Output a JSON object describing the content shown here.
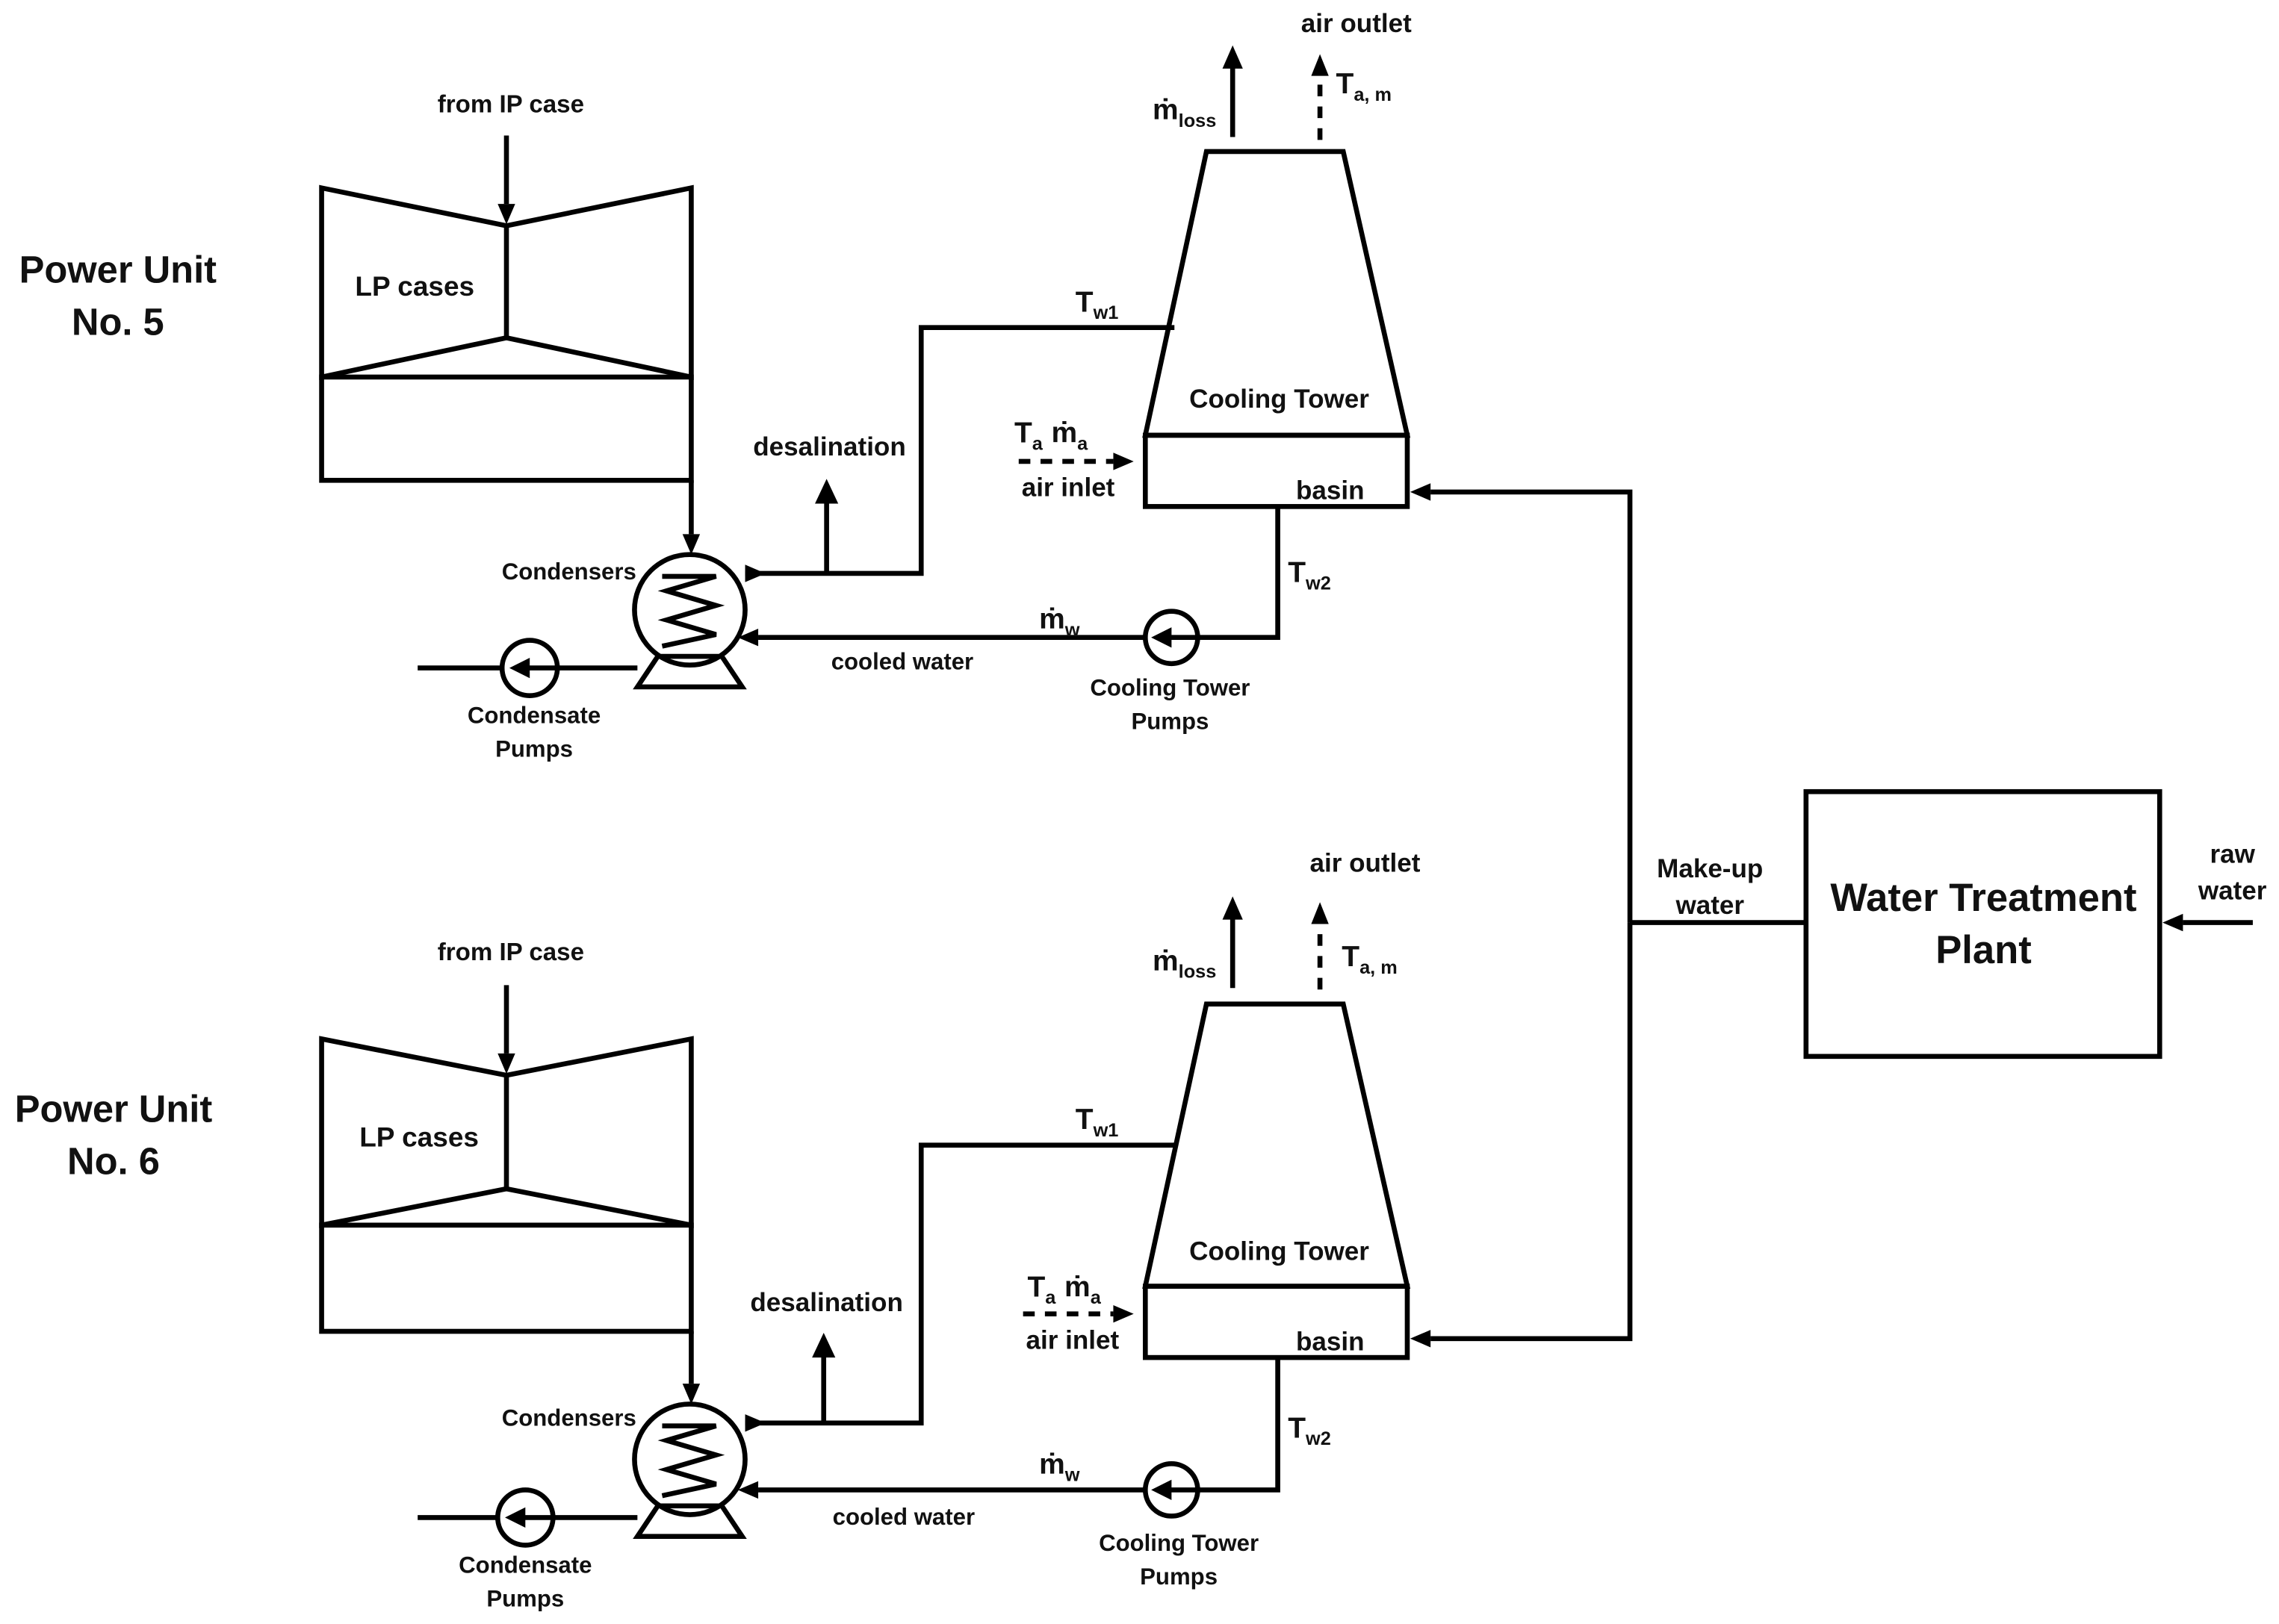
{
  "units": [
    {
      "title_line1": "Power Unit",
      "title_line2": "No. 5",
      "from_ip": "from IP case",
      "lp_cases": "LP cases",
      "condensers": "Condensers",
      "condensate_pumps_line1": "Condensate",
      "condensate_pumps_line2": "Pumps",
      "desalination": "desalination",
      "cooled_water": "cooled water",
      "ct_pumps_line1": "Cooling Tower",
      "ct_pumps_line2": "Pumps",
      "cooling_tower": "Cooling Tower",
      "basin": "basin",
      "air_inlet": "air inlet",
      "air_outlet": "air outlet",
      "Tw1": {
        "main": "T",
        "sub": "w1"
      },
      "Tw2": {
        "main": "T",
        "sub": "w2"
      },
      "mw": {
        "main": "ṁ",
        "sub": "w"
      },
      "Ta": {
        "main": "T",
        "sub": "a"
      },
      "ma": {
        "main": "ṁ",
        "sub": "a"
      },
      "mloss": {
        "main": "ṁ",
        "sub": "loss"
      },
      "Tam": {
        "main": "T",
        "sub": "a, m"
      }
    },
    {
      "title_line1": "Power Unit",
      "title_line2": "No. 6",
      "from_ip": "from IP case",
      "lp_cases": "LP cases",
      "condensers": "Condensers",
      "condensate_pumps_line1": "Condensate",
      "condensate_pumps_line2": "Pumps",
      "desalination": "desalination",
      "cooled_water": "cooled water",
      "ct_pumps_line1": "Cooling Tower",
      "ct_pumps_line2": "Pumps",
      "cooling_tower": "Cooling Tower",
      "basin": "basin",
      "air_inlet": "air inlet",
      "air_outlet": "air outlet",
      "Tw1": {
        "main": "T",
        "sub": "w1"
      },
      "Tw2": {
        "main": "T",
        "sub": "w2"
      },
      "mw": {
        "main": "ṁ",
        "sub": "w"
      },
      "Ta": {
        "main": "T",
        "sub": "a"
      },
      "ma": {
        "main": "ṁ",
        "sub": "a"
      },
      "mloss": {
        "main": "ṁ",
        "sub": "loss"
      },
      "Tam": {
        "main": "T",
        "sub": "a, m"
      }
    }
  ],
  "makeup": {
    "line1": "Make-up",
    "line2": "water"
  },
  "plant": {
    "line1": "Water Treatment",
    "line2": "Plant"
  },
  "raw_water": {
    "line1": "raw",
    "line2": "water"
  }
}
